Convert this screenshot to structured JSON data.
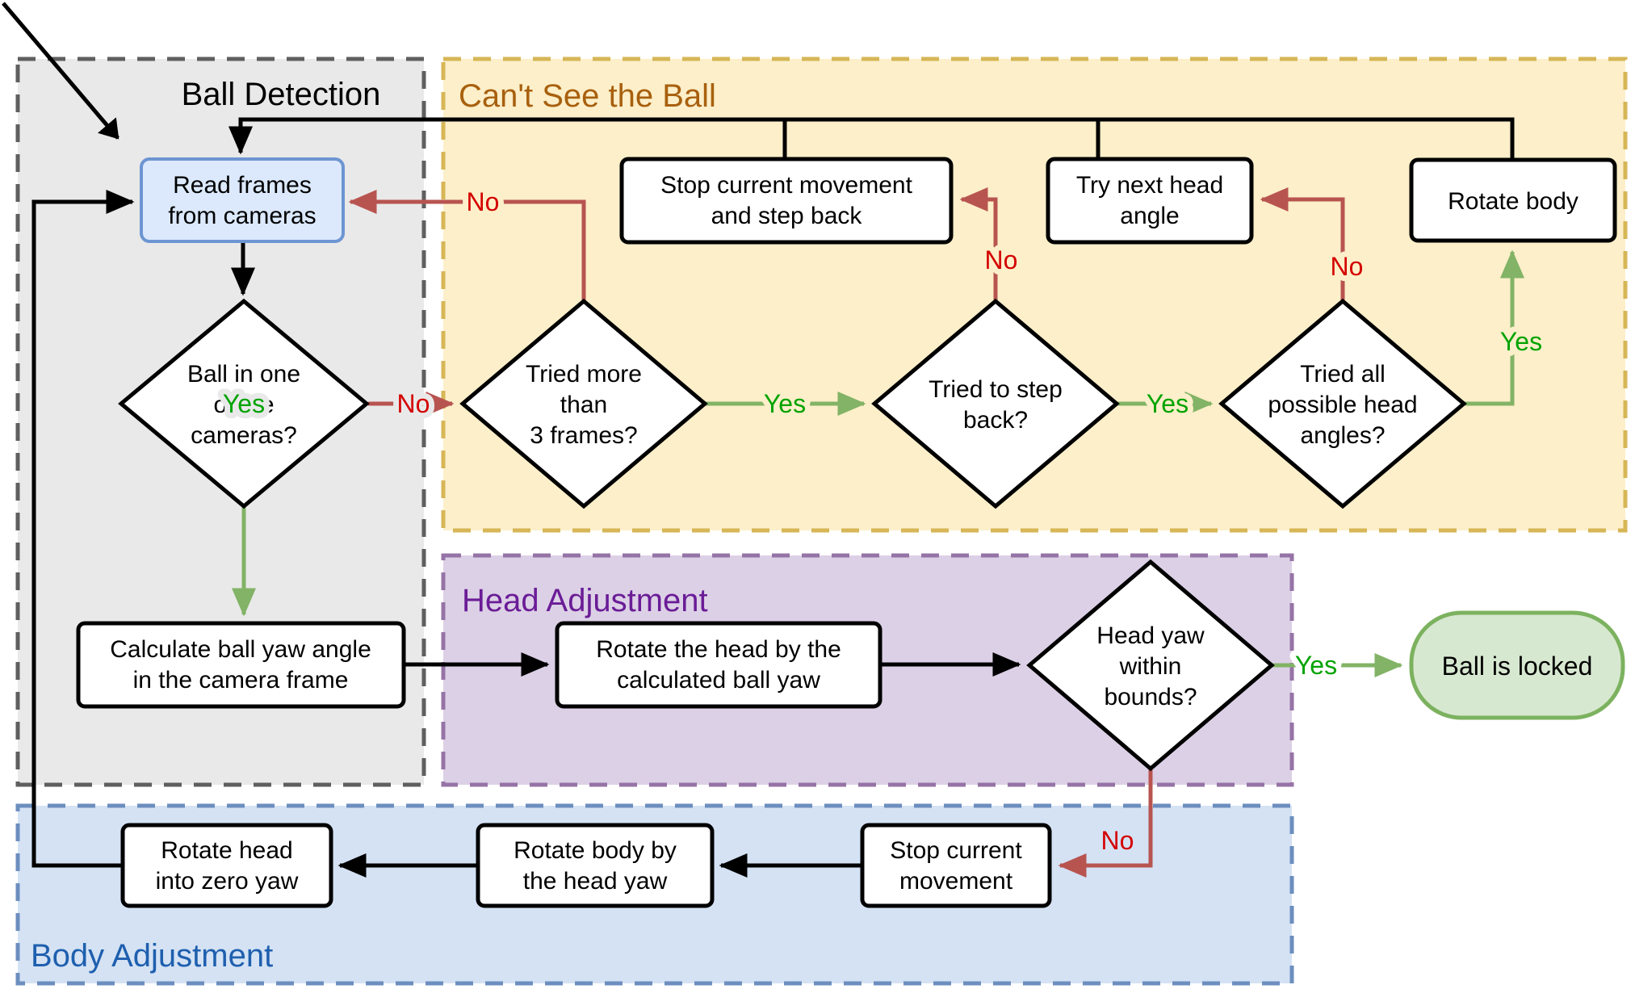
{
  "diagram": {
    "regions": {
      "ball_detection": {
        "title": "Ball Detection",
        "fill": "#e9e9e9",
        "border": "#5f5f5f",
        "title_color": "#000000"
      },
      "cant_see_ball": {
        "title": "Can't See the Ball",
        "fill": "#fcefc9",
        "border": "#d6b656",
        "title_color": "#a8600e"
      },
      "head_adjustment": {
        "title": "Head Adjustment",
        "fill": "#dcd0e6",
        "border": "#9673a6",
        "title_color": "#6a1c96"
      },
      "body_adjustment": {
        "title": "Body Adjustment",
        "fill": "#d4e2f4",
        "border": "#6c8ebf",
        "title_color": "#1e5fae"
      }
    },
    "nodes": {
      "read_frames": {
        "type": "process",
        "lines": [
          "Read frames",
          "from cameras"
        ],
        "fill": "#dce9fc",
        "border": "#6d95d2"
      },
      "ball_in_cameras": {
        "type": "decision",
        "lines": [
          "Ball in one",
          "of the",
          "cameras?"
        ]
      },
      "calc_ball_yaw": {
        "type": "process",
        "lines": [
          "Calculate ball yaw angle",
          "in the camera frame"
        ]
      },
      "tried_3_frames": {
        "type": "decision",
        "lines": [
          "Tried more",
          "than",
          "3 frames?"
        ]
      },
      "stop_and_step_back": {
        "type": "process",
        "lines": [
          "Stop current movement",
          "and step back"
        ]
      },
      "try_next_head_angle": {
        "type": "process",
        "lines": [
          "Try next head",
          "angle"
        ]
      },
      "rotate_body": {
        "type": "process",
        "lines": [
          "Rotate body"
        ]
      },
      "tried_step_back": {
        "type": "decision",
        "lines": [
          "Tried to step",
          "back?"
        ]
      },
      "tried_all_angles": {
        "type": "decision",
        "lines": [
          "Tried all",
          "possible head",
          "angles?"
        ]
      },
      "rotate_head_by_yaw": {
        "type": "process",
        "lines": [
          "Rotate the head by the",
          "calculated ball yaw"
        ]
      },
      "head_yaw_in_bounds": {
        "type": "decision",
        "lines": [
          "Head yaw",
          "within",
          "bounds?"
        ]
      },
      "ball_locked": {
        "type": "terminal",
        "lines": [
          "Ball is locked"
        ],
        "fill": "#d7e8d0",
        "border": "#7cb25f"
      },
      "stop_current_movement": {
        "type": "process",
        "lines": [
          "Stop current",
          "movement"
        ]
      },
      "rotate_body_by_head_yaw": {
        "type": "process",
        "lines": [
          "Rotate body by",
          "the head yaw"
        ]
      },
      "rotate_head_zero_yaw": {
        "type": "process",
        "lines": [
          "Rotate head",
          "into zero yaw"
        ]
      }
    },
    "edge_labels": {
      "yes": "Yes",
      "no": "No"
    },
    "colors": {
      "line_black": "#000000",
      "line_red": "#b85450",
      "line_green": "#82b366",
      "label_yes": "#00a300",
      "label_no": "#d40000"
    }
  }
}
